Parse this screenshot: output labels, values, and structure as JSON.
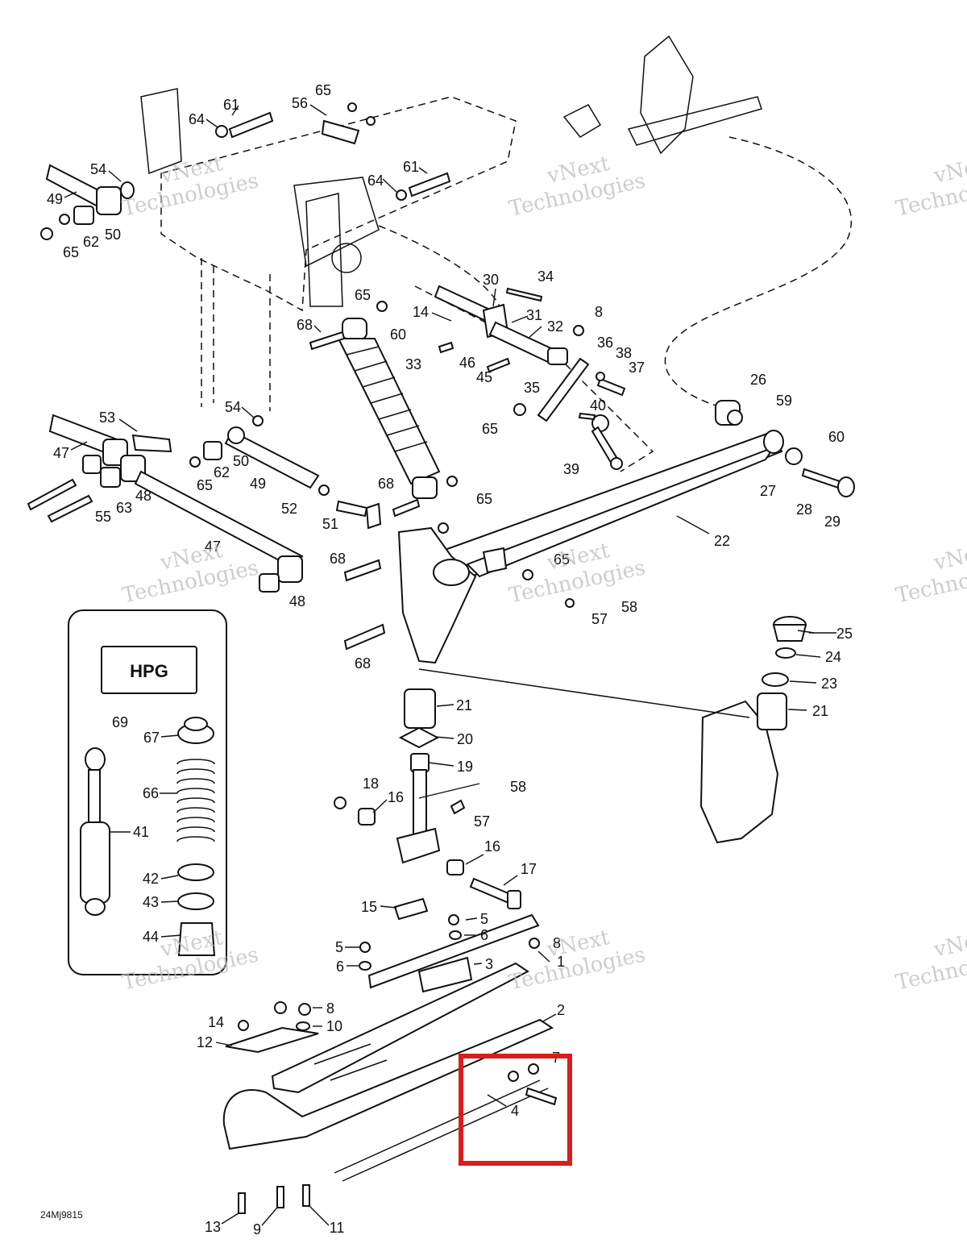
{
  "diagram_code": "24Mj9815",
  "watermark": {
    "line1": "vNext",
    "line2": "Technologies"
  },
  "highlight_color": "#d81e1e",
  "inset_badge": "HPG",
  "callouts": [
    {
      "id": "c61a",
      "label": "61"
    },
    {
      "id": "c65a",
      "label": "65"
    },
    {
      "id": "c56",
      "label": "56"
    },
    {
      "id": "c64a",
      "label": "64"
    },
    {
      "id": "c54a",
      "label": "54"
    },
    {
      "id": "c49a",
      "label": "49"
    },
    {
      "id": "c62a",
      "label": "62"
    },
    {
      "id": "c50a",
      "label": "50"
    },
    {
      "id": "c65b",
      "label": "65"
    },
    {
      "id": "c64b",
      "label": "64"
    },
    {
      "id": "c61b",
      "label": "61"
    },
    {
      "id": "c30",
      "label": "30"
    },
    {
      "id": "c34",
      "label": "34"
    },
    {
      "id": "c65c",
      "label": "65"
    },
    {
      "id": "c14a",
      "label": "14"
    },
    {
      "id": "c31",
      "label": "31"
    },
    {
      "id": "c8a",
      "label": "8"
    },
    {
      "id": "c68a",
      "label": "68"
    },
    {
      "id": "c60a",
      "label": "60"
    },
    {
      "id": "c32",
      "label": "32"
    },
    {
      "id": "c33",
      "label": "33"
    },
    {
      "id": "c46",
      "label": "46"
    },
    {
      "id": "c36",
      "label": "36"
    },
    {
      "id": "c38",
      "label": "38"
    },
    {
      "id": "c45",
      "label": "45"
    },
    {
      "id": "c37",
      "label": "37"
    },
    {
      "id": "c35",
      "label": "35"
    },
    {
      "id": "c26",
      "label": "26"
    },
    {
      "id": "c59",
      "label": "59"
    },
    {
      "id": "c40",
      "label": "40"
    },
    {
      "id": "c65d",
      "label": "65"
    },
    {
      "id": "c60b",
      "label": "60"
    },
    {
      "id": "c53",
      "label": "53"
    },
    {
      "id": "c54b",
      "label": "54"
    },
    {
      "id": "c47a",
      "label": "47"
    },
    {
      "id": "c50b",
      "label": "50"
    },
    {
      "id": "c62b",
      "label": "62"
    },
    {
      "id": "c65e",
      "label": "65"
    },
    {
      "id": "c39",
      "label": "39"
    },
    {
      "id": "c48a",
      "label": "48"
    },
    {
      "id": "c63",
      "label": "63"
    },
    {
      "id": "c49b",
      "label": "49"
    },
    {
      "id": "c68b",
      "label": "68"
    },
    {
      "id": "c27",
      "label": "27"
    },
    {
      "id": "c55",
      "label": "55"
    },
    {
      "id": "c52",
      "label": "52"
    },
    {
      "id": "c65f",
      "label": "65"
    },
    {
      "id": "c28",
      "label": "28"
    },
    {
      "id": "c29",
      "label": "29"
    },
    {
      "id": "c51",
      "label": "51"
    },
    {
      "id": "c22",
      "label": "22"
    },
    {
      "id": "c47b",
      "label": "47"
    },
    {
      "id": "c68c",
      "label": "68"
    },
    {
      "id": "c65g",
      "label": "65"
    },
    {
      "id": "c58a",
      "label": "58"
    },
    {
      "id": "c48b",
      "label": "48"
    },
    {
      "id": "c57a",
      "label": "57"
    },
    {
      "id": "c25",
      "label": "25"
    },
    {
      "id": "c24",
      "label": "24"
    },
    {
      "id": "c68d",
      "label": "68"
    },
    {
      "id": "c23",
      "label": "23"
    },
    {
      "id": "c21a",
      "label": "21"
    },
    {
      "id": "c21b",
      "label": "21"
    },
    {
      "id": "c69",
      "label": "69"
    },
    {
      "id": "c20",
      "label": "20"
    },
    {
      "id": "c67",
      "label": "67"
    },
    {
      "id": "c19",
      "label": "19"
    },
    {
      "id": "c18",
      "label": "18"
    },
    {
      "id": "c58b",
      "label": "58"
    },
    {
      "id": "c16a",
      "label": "16"
    },
    {
      "id": "c66",
      "label": "66"
    },
    {
      "id": "c57b",
      "label": "57"
    },
    {
      "id": "c41",
      "label": "41"
    },
    {
      "id": "c16b",
      "label": "16"
    },
    {
      "id": "c17",
      "label": "17"
    },
    {
      "id": "c42",
      "label": "42"
    },
    {
      "id": "c43",
      "label": "43"
    },
    {
      "id": "c15",
      "label": "15"
    },
    {
      "id": "c5a",
      "label": "5"
    },
    {
      "id": "c6a",
      "label": "6"
    },
    {
      "id": "c44",
      "label": "44"
    },
    {
      "id": "c5b",
      "label": "5"
    },
    {
      "id": "c8b",
      "label": "8"
    },
    {
      "id": "c6b",
      "label": "6"
    },
    {
      "id": "c1",
      "label": "1"
    },
    {
      "id": "c3",
      "label": "3"
    },
    {
      "id": "c8c",
      "label": "8"
    },
    {
      "id": "c2",
      "label": "2"
    },
    {
      "id": "c14b",
      "label": "14"
    },
    {
      "id": "c10",
      "label": "10"
    },
    {
      "id": "c12",
      "label": "12"
    },
    {
      "id": "c7",
      "label": "7"
    },
    {
      "id": "c4",
      "label": "4"
    },
    {
      "id": "c13",
      "label": "13"
    },
    {
      "id": "c9",
      "label": "9"
    },
    {
      "id": "c11",
      "label": "11"
    }
  ]
}
